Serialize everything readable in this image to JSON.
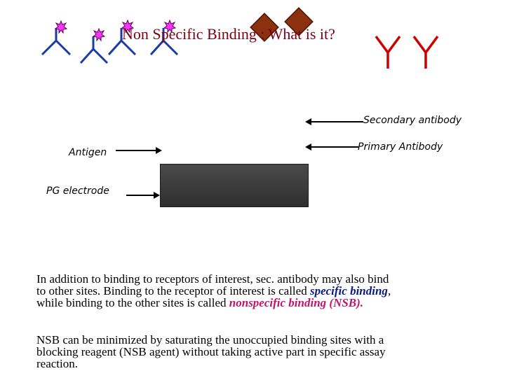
{
  "title": "Non Specific Binding : What is it?",
  "labels": {
    "secondary": "Secondary antibody",
    "primary": "Primary Antibody",
    "antigen": "Antigen",
    "electrode": "PG electrode"
  },
  "paragraph1": {
    "line1": "In addition to binding to receptors of interest, sec. antibody may also bind",
    "line2a": "to other sites. Binding to the receptor of interest is called ",
    "line2b": "specific binding",
    "line2c": ",",
    "line3a": "while binding to the other sites is called ",
    "line3b": "nonspecific binding (NSB)."
  },
  "paragraph2": {
    "line1": "NSB can be minimized by saturating the unoccupied binding sites with a",
    "line2": "blocking reagent (NSB agent) without taking active part in specific assay",
    "line3": "reaction."
  },
  "colors": {
    "title": "#7a0010",
    "labeled_antibody": "#1a3aa8",
    "label_star": "#ff33ff",
    "antigen_diamond": "#8b3010",
    "primary_antibody": "#cc0000",
    "electrode": "#3a3a3a"
  }
}
